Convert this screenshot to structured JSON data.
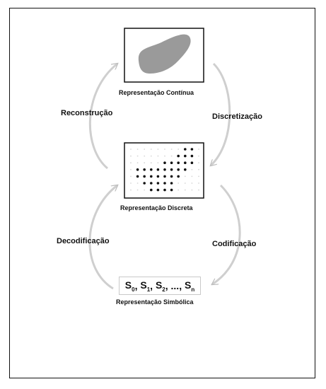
{
  "nodes": {
    "continuous": {
      "label": "Representação Contínua"
    },
    "discrete": {
      "label": "Representação Discreta"
    },
    "symbolic": {
      "label": "Representação Simbólica",
      "sequence": [
        {
          "symbol": "S",
          "index": "0"
        },
        {
          "symbol": "S",
          "index": "1"
        },
        {
          "symbol": "S",
          "index": "2"
        },
        {
          "symbol": "...",
          "index": ""
        },
        {
          "symbol": "S",
          "index": "n"
        }
      ]
    }
  },
  "processes": {
    "reconstruction": "Reconstrução",
    "discretization": "Discretização",
    "decoding": "Decodificação",
    "coding": "Codificação"
  },
  "colors": {
    "blob_fill": "#9a9a9a",
    "arrow": "#cfcfcf",
    "dot": "#111111",
    "frame": "#111111"
  }
}
